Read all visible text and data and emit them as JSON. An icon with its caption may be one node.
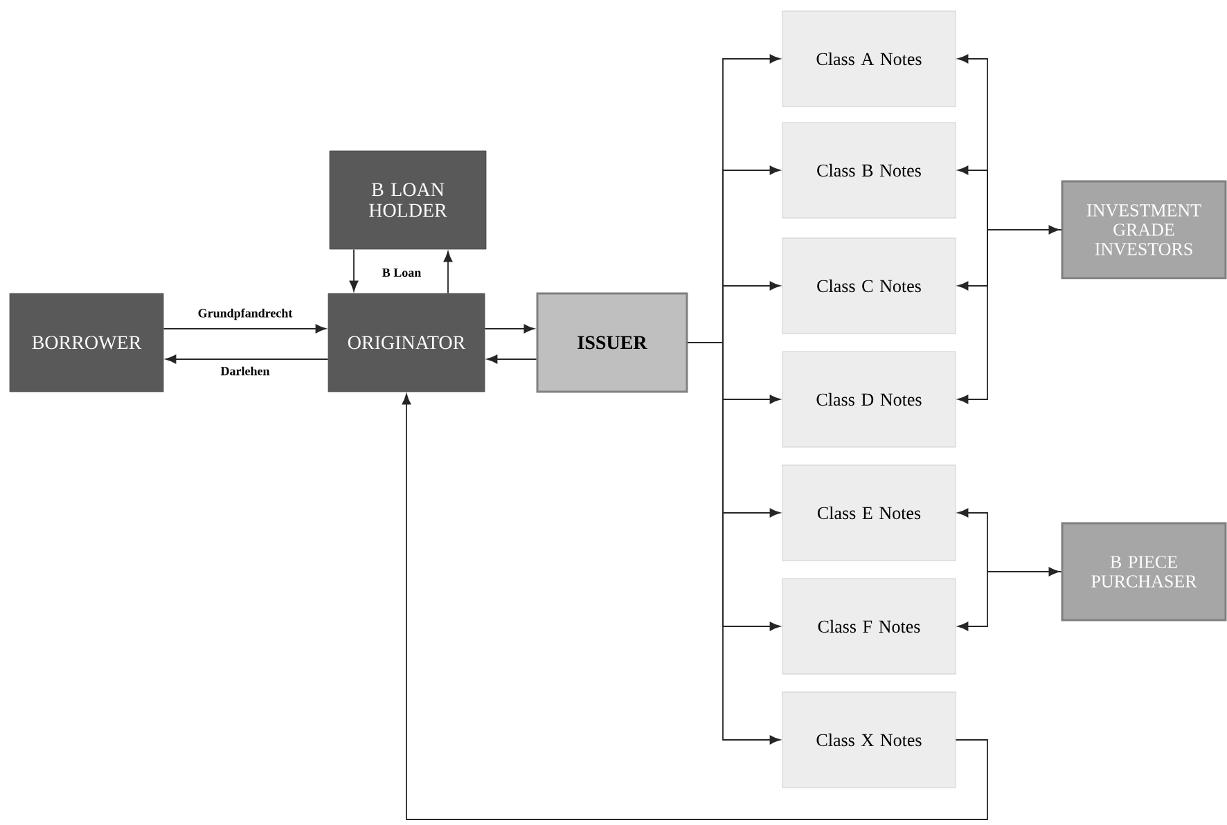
{
  "diagram": {
    "nodes": [
      {
        "text": [
          "BORROWER"
        ]
      },
      {
        "text": [
          "B LOAN HOLDER"
        ]
      },
      {
        "text": [
          "ORIGINATOR"
        ]
      },
      {
        "text": [
          "ISSUER"
        ]
      },
      {
        "text": [
          "Class A Notes"
        ]
      },
      {
        "text": [
          "Class B Notes"
        ]
      },
      {
        "text": [
          "Class C Notes"
        ]
      },
      {
        "text": [
          "Class D Notes"
        ]
      },
      {
        "text": [
          "Class E Notes"
        ]
      },
      {
        "text": [
          "Class F Notes"
        ]
      },
      {
        "text": [
          "Class X Notes"
        ]
      },
      {
        "text": [
          "INVESTMENT GRADE INVESTORS"
        ]
      },
      {
        "text": [
          "B PIECE PURCHASER"
        ]
      }
    ],
    "edges": [
      {
        "from": 0,
        "to": 2,
        "arrow": "to",
        "label": "Grundpfandrecht"
      },
      {
        "from": 2,
        "to": 0,
        "arrow": "to",
        "label": "Darlehen"
      },
      {
        "from": 1,
        "to": 2,
        "arrow": "to",
        "label": "B Loan"
      },
      {
        "from": 2,
        "to": 1,
        "arrow": "to"
      },
      {
        "from": 2,
        "to": 3,
        "arrow": "to"
      },
      {
        "from": 3,
        "to": 2,
        "arrow": "to"
      },
      {
        "from": 3,
        "to": 4,
        "arrow": "to"
      },
      {
        "from": 3,
        "to": 5,
        "arrow": "to"
      },
      {
        "from": 3,
        "to": 6,
        "arrow": "to"
      },
      {
        "from": 3,
        "to": 7,
        "arrow": "to"
      },
      {
        "from": 3,
        "to": 8,
        "arrow": "to"
      },
      {
        "from": 3,
        "to": 9,
        "arrow": "to"
      },
      {
        "from": 3,
        "to": 10,
        "arrow": "to"
      },
      {
        "from": 4,
        "to": 11,
        "arrow": "both"
      },
      {
        "from": 11,
        "to": 5,
        "arrow": "to"
      },
      {
        "from": 11,
        "to": 6,
        "arrow": "to"
      },
      {
        "from": 11,
        "to": 7,
        "arrow": "to"
      },
      {
        "from": 8,
        "to": 12,
        "arrow": "both"
      },
      {
        "from": 12,
        "to": 9,
        "arrow": "to"
      },
      {
        "from": 10,
        "to": 2,
        "arrow": "to"
      }
    ]
  }
}
